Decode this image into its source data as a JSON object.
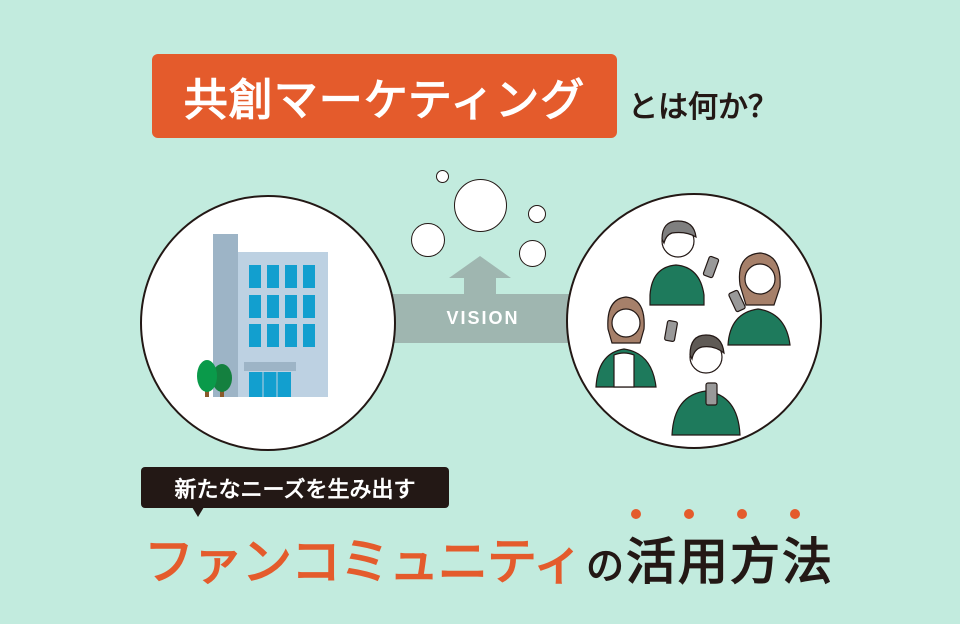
{
  "header": {
    "title_highlight": "共創マーケティング",
    "title_suffix": "とは何か？"
  },
  "diagram": {
    "left_circle": {
      "subject": "company-building"
    },
    "right_circle": {
      "subject": "fan-community-people-with-smartphones"
    },
    "connector_label": "VISION",
    "bubbles_count": 5
  },
  "footer": {
    "callout": "新たなニーズを生み出す",
    "headline_accent": "ファンコミュニティ",
    "headline_particle": "の",
    "headline_rest": "活用方法",
    "emphasis_dots": 4
  },
  "colors": {
    "background": "#c2ebde",
    "accent": "#e45b2c",
    "dark": "#231815",
    "band": "#9fb6b0",
    "green_shirt": "#1e7a5c",
    "window_blue": "#129fcf"
  }
}
